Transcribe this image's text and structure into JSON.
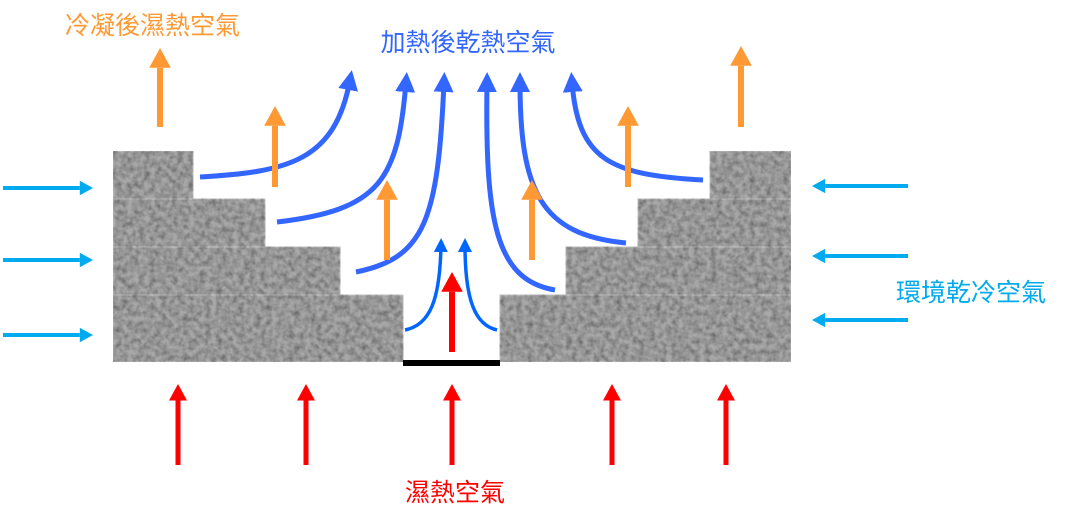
{
  "labels": {
    "condensed_air": "冷凝後濕熱空氣",
    "heated_air": "加熱後乾熱空氣",
    "ambient_air": "環境乾冷空氣",
    "humid_air": "濕熱空氣"
  },
  "colors": {
    "condensed": "#ff9933",
    "heated": "#3366ff",
    "ambient": "#00aaee",
    "humid": "#ff0000",
    "inner_flow": "#0066ff"
  }
}
